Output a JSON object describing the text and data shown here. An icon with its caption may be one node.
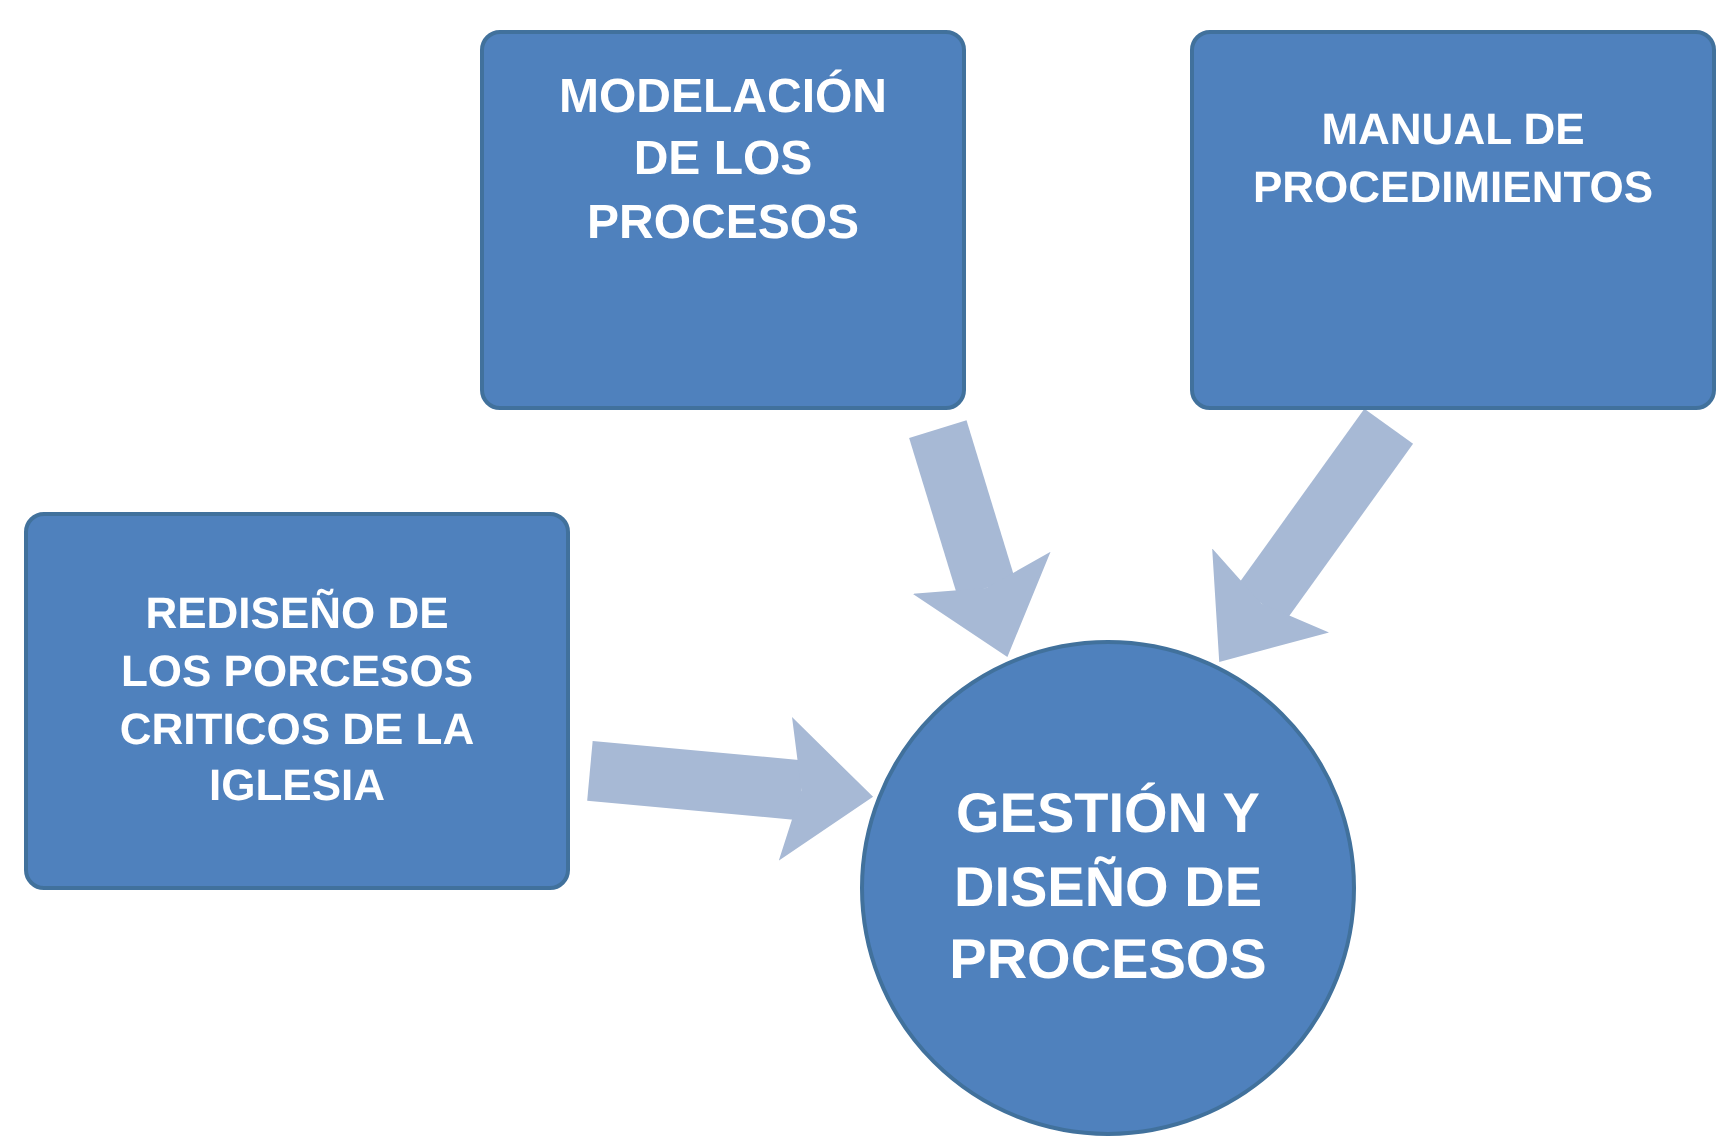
{
  "diagram": {
    "nodes": [
      {
        "text": [
          "MODELACIÓN DE LOS PROCESOS"
        ]
      },
      {
        "text": [
          "MANUAL DE PROCEDIMIENTOS"
        ]
      },
      {
        "text": [
          "REDISEÑO DE LOS PORCESOS CRITICOS DE LA IGLESIA"
        ]
      },
      {
        "text": [
          "GESTIÓN Y DISEÑO DE PROCESOS"
        ]
      }
    ],
    "edges": [
      {
        "from": 0,
        "to": 3,
        "arrow": "to"
      },
      {
        "from": 1,
        "to": 3,
        "arrow": "to"
      },
      {
        "from": 2,
        "to": 3,
        "arrow": "to"
      }
    ]
  }
}
